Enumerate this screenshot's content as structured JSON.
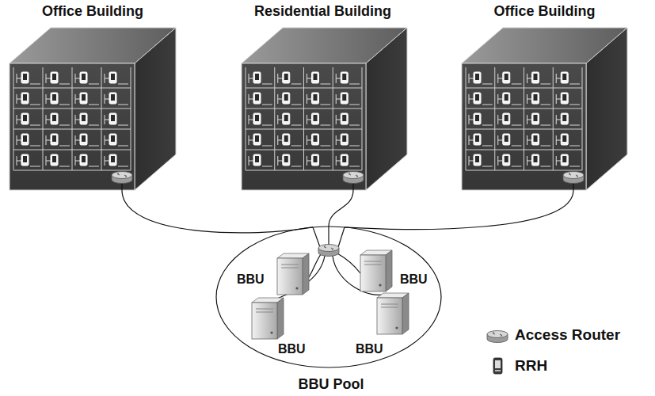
{
  "diagram": {
    "nodes": [
      {
        "text": [
          "Office Building"
        ]
      },
      {
        "text": [
          "Residential Building"
        ]
      },
      {
        "text": [
          "Office Building"
        ]
      },
      {
        "text": [
          "BBU Pool"
        ]
      },
      {
        "text": [
          "BBU"
        ],
        "in": 3
      },
      {
        "text": [
          "BBU"
        ],
        "in": 3
      },
      {
        "text": [
          "BBU"
        ],
        "in": 3
      },
      {
        "text": [
          "BBU"
        ],
        "in": 3
      }
    ],
    "edges": [
      {
        "from": 0,
        "to": 3,
        "arrow": "none"
      },
      {
        "from": 1,
        "to": 3,
        "arrow": "none"
      },
      {
        "from": 2,
        "to": 3,
        "arrow": "none"
      }
    ],
    "legend": [
      {
        "text": "Access Router"
      },
      {
        "text": "RRH"
      }
    ]
  }
}
